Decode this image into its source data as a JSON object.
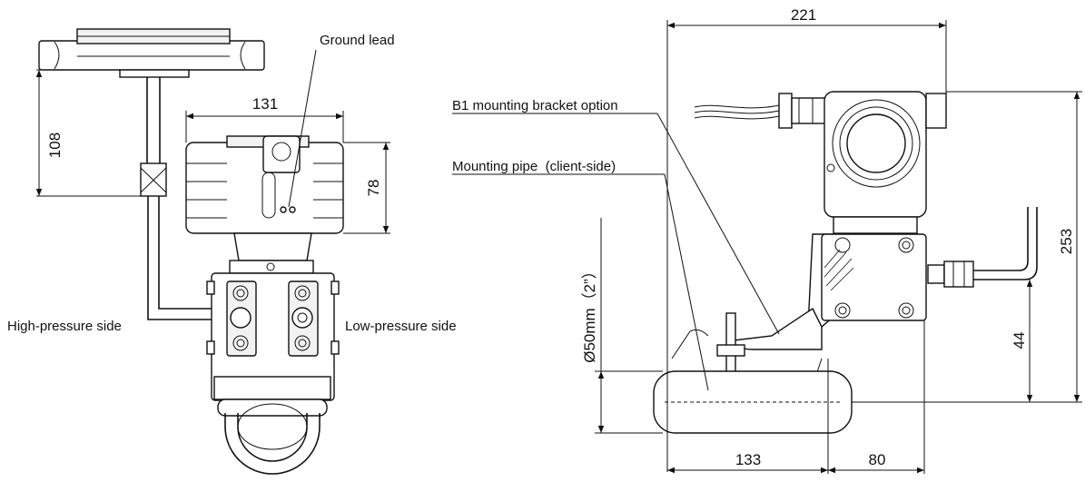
{
  "labels": {
    "ground_lead": "Ground lead",
    "high_pressure_side": "High-pressure side",
    "low_pressure_side": "Low-pressure side",
    "b1_bracket": "B1 mounting bracket option",
    "mounting_pipe": "Mounting pipe  (client-side)",
    "pipe_diameter": "Ø50mm（2”）"
  },
  "dimensions": {
    "d108": "108",
    "d131": "131",
    "d78": "78",
    "d221": "221",
    "d253": "253",
    "d44": "44",
    "d133": "133",
    "d80": "80"
  }
}
